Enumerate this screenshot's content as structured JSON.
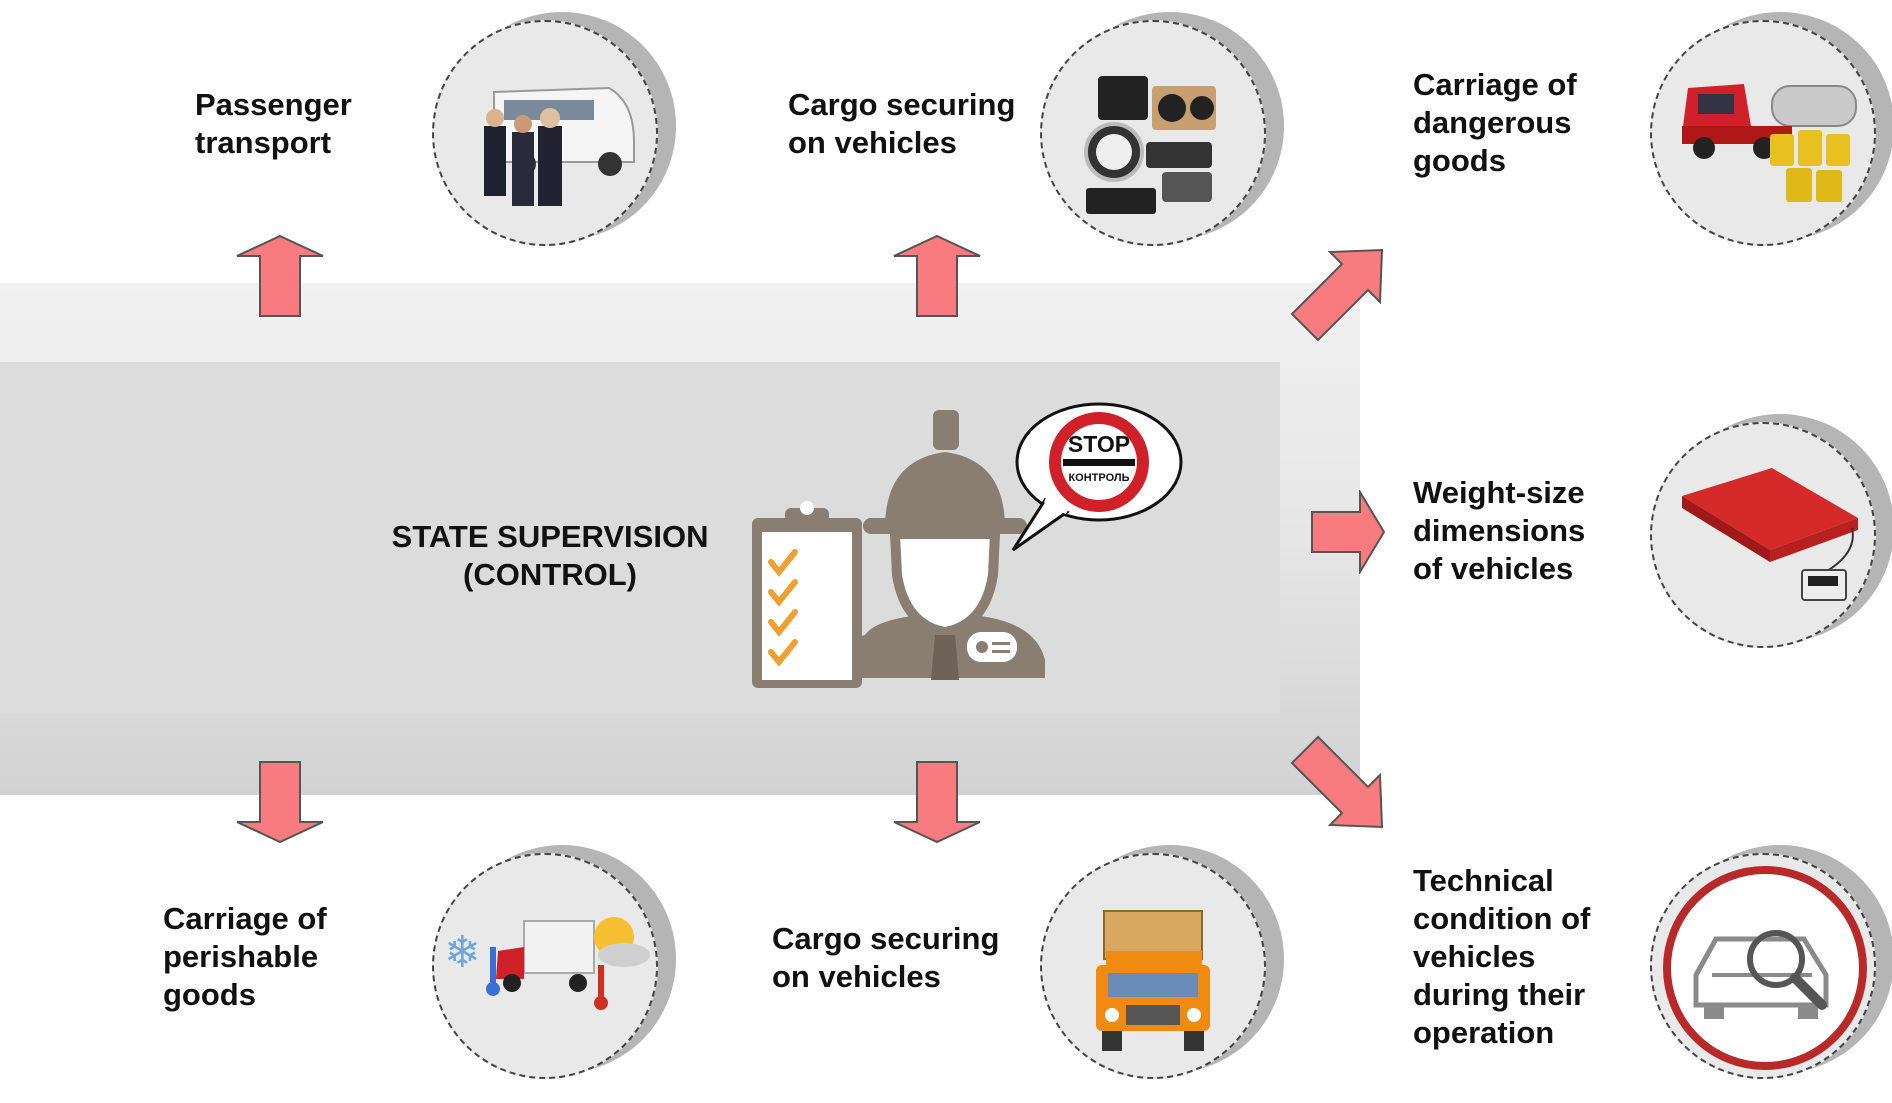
{
  "center": {
    "title_line1": "STATE SUPERVISION",
    "title_line2": "(CONTROL)",
    "sign_main": "STOP",
    "sign_sub": "КОНТРОЛЬ"
  },
  "items": {
    "passenger": {
      "line1": "Passenger",
      "line2": "transport"
    },
    "cargo_top": {
      "line1": "Cargo securing",
      "line2": "on vehicles"
    },
    "dangerous": {
      "line1": "Carriage of",
      "line2": "dangerous",
      "line3": "goods"
    },
    "weight": {
      "line1": "Weight-size",
      "line2": "dimensions",
      "line3": "of vehicles"
    },
    "perishable": {
      "line1": "Carriage of",
      "line2": "perishable",
      "line3": "goods"
    },
    "cargo_bottom": {
      "line1": "Cargo securing",
      "line2": "on vehicles"
    },
    "technical": {
      "line1": "Technical",
      "line2": "condition of",
      "line3": "vehicles",
      "line4": "during their",
      "line5": "operation"
    }
  },
  "icons": {
    "passenger": "minibus-passengers-icon",
    "cargo_top": "tachograph-devices-icon",
    "dangerous": "tanker-truck-barrels-icon",
    "weight": "weighing-platform-icon",
    "perishable": "refrigerated-truck-icon",
    "cargo_bottom": "cargo-truck-icon",
    "technical": "car-inspection-icon",
    "inspector": "inspector-icon",
    "checklist": "checklist-icon"
  },
  "colors": {
    "arrow_fill": "#f77b7f",
    "arrow_stroke": "#555555",
    "figure": "#8a7d72",
    "check": "#f0a030",
    "stop_red": "#d0202a"
  }
}
